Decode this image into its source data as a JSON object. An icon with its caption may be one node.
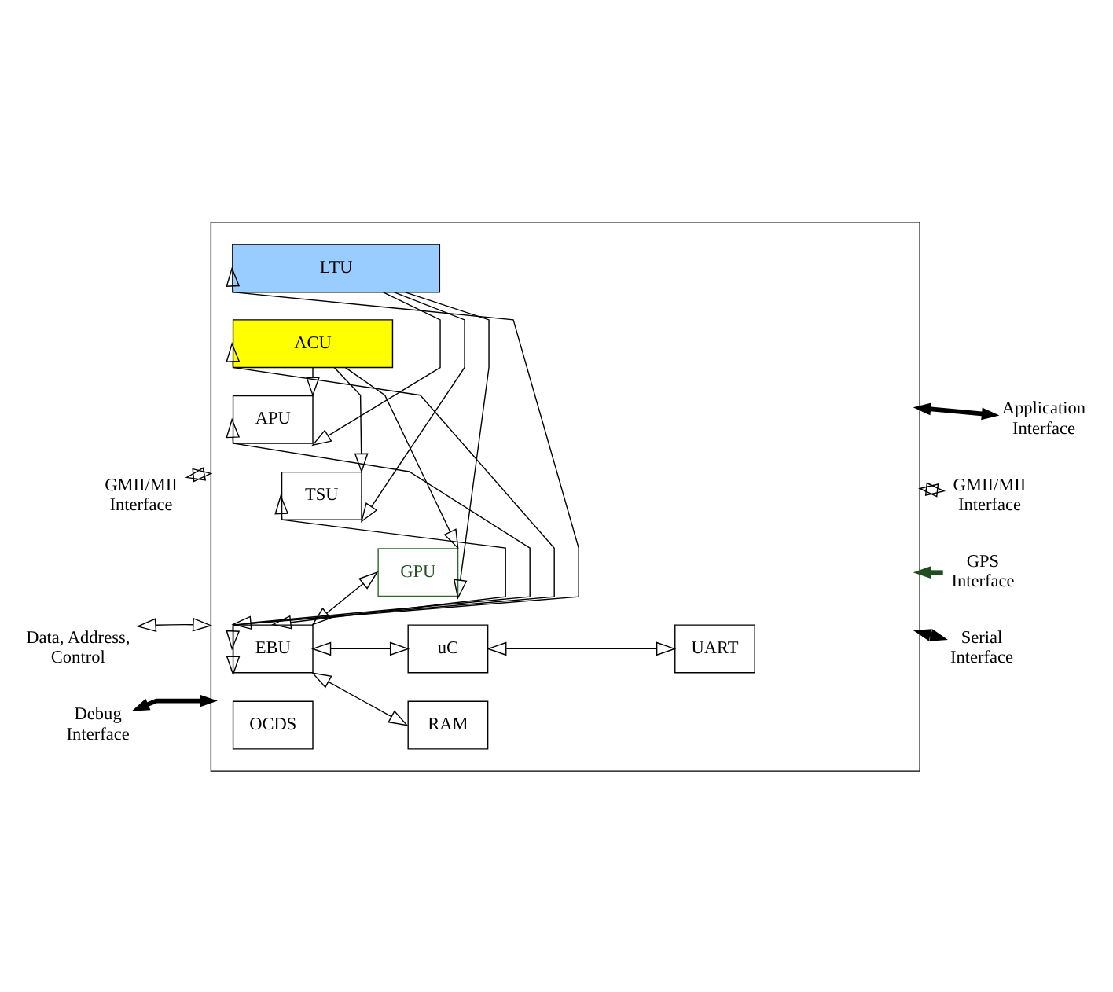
{
  "diagram": {
    "nodes": [
      {
        "text": [],
        "shape": "box"
      },
      {
        "text": [
          "LTU"
        ],
        "in": 0
      },
      {
        "text": [
          "ACU"
        ],
        "in": 0
      },
      {
        "text": [
          "APU"
        ],
        "in": 0
      },
      {
        "text": [
          "TSU"
        ],
        "in": 0
      },
      {
        "text": [
          "GPU"
        ],
        "in": 0
      },
      {
        "text": [
          "EBU"
        ],
        "in": 0
      },
      {
        "text": [
          "uC"
        ],
        "in": 0
      },
      {
        "text": [
          "UART"
        ],
        "in": 0
      },
      {
        "text": [
          "OCDS"
        ],
        "in": 0
      },
      {
        "text": [
          "RAM"
        ],
        "in": 0
      },
      {
        "text": [
          "GMII/MII Interface"
        ]
      },
      {
        "text": [
          "Application Interface"
        ]
      },
      {
        "text": [
          "GMII/MII Interface"
        ]
      },
      {
        "text": [
          "GPS Interface"
        ]
      },
      {
        "text": [
          "Data, Address, Control"
        ]
      },
      {
        "text": [
          "Serial Interface"
        ]
      },
      {
        "text": [
          "Debug Interface"
        ]
      }
    ],
    "edges": [
      {
        "from": 6,
        "to": 1,
        "arrow": "both"
      },
      {
        "from": 6,
        "to": 2,
        "arrow": "both"
      },
      {
        "from": 6,
        "to": 3,
        "arrow": "both"
      },
      {
        "from": 6,
        "to": 4,
        "arrow": "both"
      },
      {
        "from": 6,
        "to": 5,
        "arrow": "both"
      },
      {
        "from": 6,
        "to": 7,
        "arrow": "both"
      },
      {
        "from": 6,
        "to": 10,
        "arrow": "both"
      },
      {
        "from": 7,
        "to": 8,
        "arrow": "both"
      },
      {
        "from": 2,
        "to": 3,
        "arrow": "to"
      },
      {
        "from": 2,
        "to": 4,
        "arrow": "to"
      },
      {
        "from": 2,
        "to": 5,
        "arrow": "to"
      },
      {
        "from": 1,
        "to": 3,
        "arrow": "to"
      },
      {
        "from": 1,
        "to": 4,
        "arrow": "to"
      },
      {
        "from": 1,
        "to": 5,
        "arrow": "to"
      },
      {
        "from": 11,
        "to": 0,
        "arrow": "both"
      },
      {
        "from": 0,
        "to": 12,
        "arrow": "both",
        "style": "thick"
      },
      {
        "from": 0,
        "to": 13,
        "arrow": "both"
      },
      {
        "from": 14,
        "to": 0,
        "arrow": "to",
        "style": "thick",
        "color": "#1f4f1f"
      },
      {
        "from": 15,
        "to": 0,
        "arrow": "both"
      },
      {
        "from": 0,
        "to": 16,
        "arrow": "both",
        "style": "thick"
      },
      {
        "from": 17,
        "to": 0,
        "arrow": "both",
        "style": "thick"
      }
    ]
  }
}
